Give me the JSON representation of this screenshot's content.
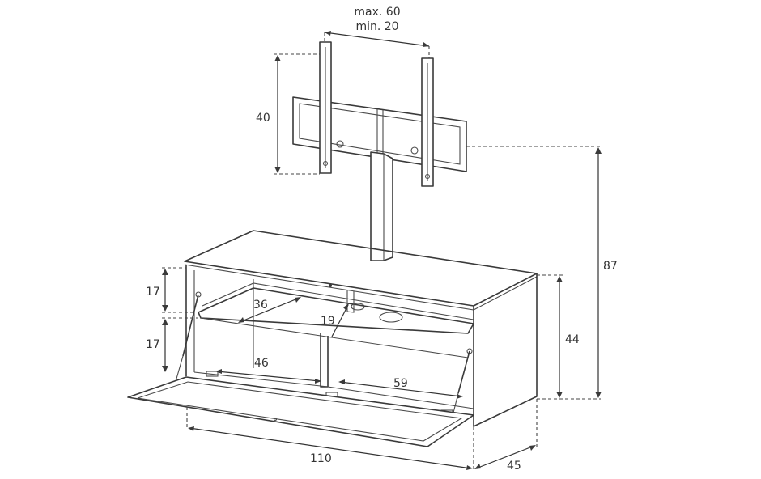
{
  "dimensions": {
    "bracket_max": "max. 60",
    "bracket_min": "min. 20",
    "bracket_height": "40",
    "total_height": "87",
    "cabinet_height": "44",
    "shelf_upper_height": "17",
    "shelf_lower_height": "17",
    "shelf_upper_depth": "36",
    "shelf_divider": "19",
    "floor_left_width": "46",
    "floor_right_width": "59",
    "cabinet_width": "110",
    "cabinet_depth": "45"
  }
}
